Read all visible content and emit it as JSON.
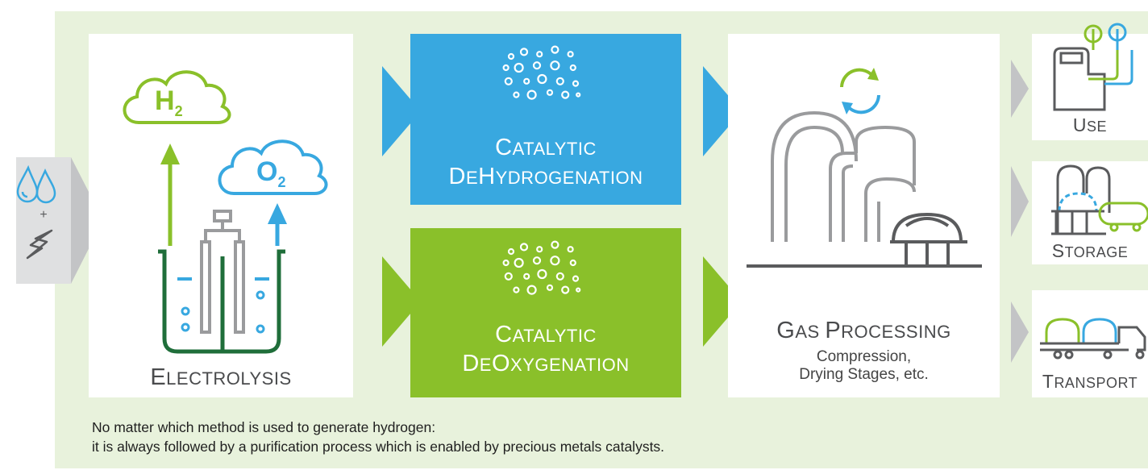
{
  "colors": {
    "blue": "#38a8e0",
    "green": "#8ac02a",
    "background": "#e8f2dc",
    "gray_arrow": "#c3c4c6",
    "dark_green": "#1f6e3a",
    "gray_stroke": "#9a9b9d",
    "dark_gray": "#5a5b5d"
  },
  "inputs": {
    "water_icon": "water-drops-icon",
    "plus": "+",
    "power_icon": "lightning-icon"
  },
  "electrolysis": {
    "h2": {
      "letter": "H",
      "subscript": "2"
    },
    "o2": {
      "letter": "O",
      "subscript": "2"
    },
    "title": {
      "cap": "E",
      "rest": "LECTROLYSIS"
    }
  },
  "dehydrogenation": {
    "line1": {
      "cap": "C",
      "rest": "ATALYTIC"
    },
    "line2": {
      "cap1": "D",
      "mid1": "E",
      "cap2": "H",
      "rest": "YDROGENATION"
    }
  },
  "deoxygenation": {
    "line1": {
      "cap": "C",
      "rest": "ATALYTIC"
    },
    "line2": {
      "cap1": "D",
      "mid1": "E",
      "cap2": "O",
      "rest": "XYGENATION"
    }
  },
  "gas_processing": {
    "title": {
      "cap1": "G",
      "rest1": "AS ",
      "cap2": "P",
      "rest2": "ROCESSING"
    },
    "subtitle_line1": "Compression,",
    "subtitle_line2": "Drying Stages, etc."
  },
  "outputs": [
    {
      "cap": "U",
      "rest": "SE",
      "icon": "fuel-station-icon"
    },
    {
      "cap": "S",
      "rest": "TORAGE",
      "icon": "storage-tank-icon"
    },
    {
      "cap": "T",
      "rest": "RANSPORT",
      "icon": "transport-truck-icon"
    }
  ],
  "footer": {
    "line1": "No matter which method is used to generate hydrogen:",
    "line2": "it is always followed by a purification process which is enabled by precious metals catalysts."
  }
}
